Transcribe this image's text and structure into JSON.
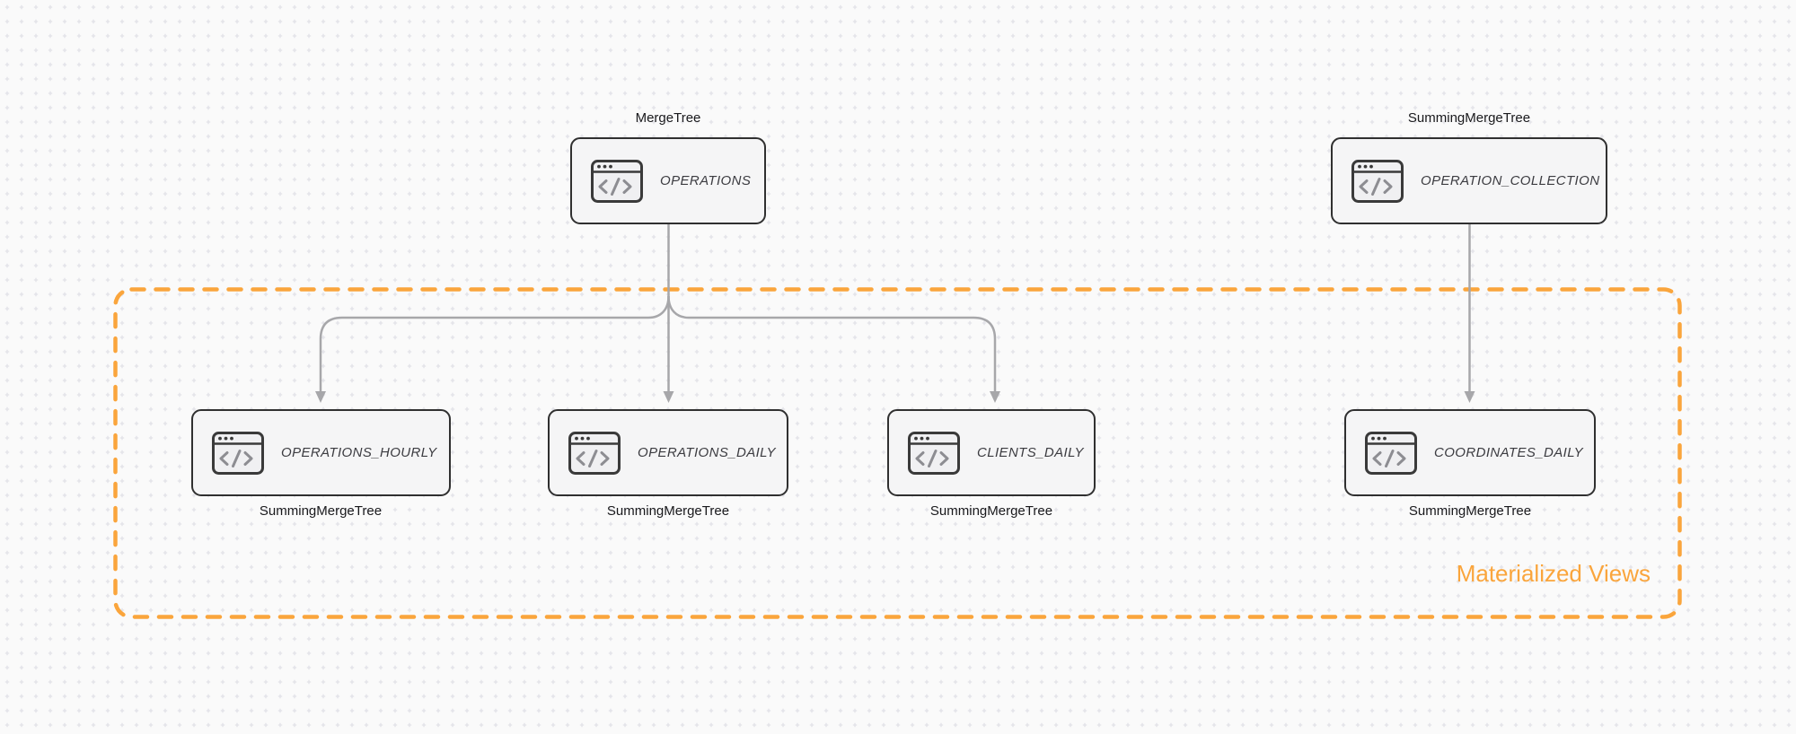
{
  "diagram": {
    "type": "database-schema-flow",
    "group": {
      "label": "Materialized Views"
    },
    "icon": "code-window-icon"
  },
  "nodes": [
    {
      "id": "operations",
      "name": "OPERATIONS",
      "engine": "MergeTree",
      "engine_position": "above"
    },
    {
      "id": "operation_collection",
      "name": "OPERATION_COLLECTION",
      "engine": "SummingMergeTree",
      "engine_position": "above"
    },
    {
      "id": "operations_hourly",
      "name": "OPERATIONS_HOURLY",
      "engine": "SummingMergeTree",
      "engine_position": "below",
      "in_group": true
    },
    {
      "id": "operations_daily",
      "name": "OPERATIONS_DAILY",
      "engine": "SummingMergeTree",
      "engine_position": "below",
      "in_group": true
    },
    {
      "id": "clients_daily",
      "name": "CLIENTS_DAILY",
      "engine": "SummingMergeTree",
      "engine_position": "below",
      "in_group": true
    },
    {
      "id": "coordinates_daily",
      "name": "COORDINATES_DAILY",
      "engine": "SummingMergeTree",
      "engine_position": "below",
      "in_group": true
    }
  ],
  "edges": [
    {
      "from": "operations",
      "to": "operations_hourly"
    },
    {
      "from": "operations",
      "to": "operations_daily"
    },
    {
      "from": "operations",
      "to": "clients_daily"
    },
    {
      "from": "operation_collection",
      "to": "coordinates_daily"
    }
  ],
  "colors": {
    "background": "#FAFAFA",
    "grid_dot": "#E2E2E7",
    "node_fill": "#F5F5F6",
    "node_border": "#303030",
    "node_text": "#3C3C41",
    "engine_label_text": "#19191C",
    "icon_stroke": "#3A3A3A",
    "icon_glyph": "#8D8D92",
    "icon_fill": "#F0F0F2",
    "arrow": "#A7A7AA",
    "accent_orange": "#FAA53C"
  }
}
